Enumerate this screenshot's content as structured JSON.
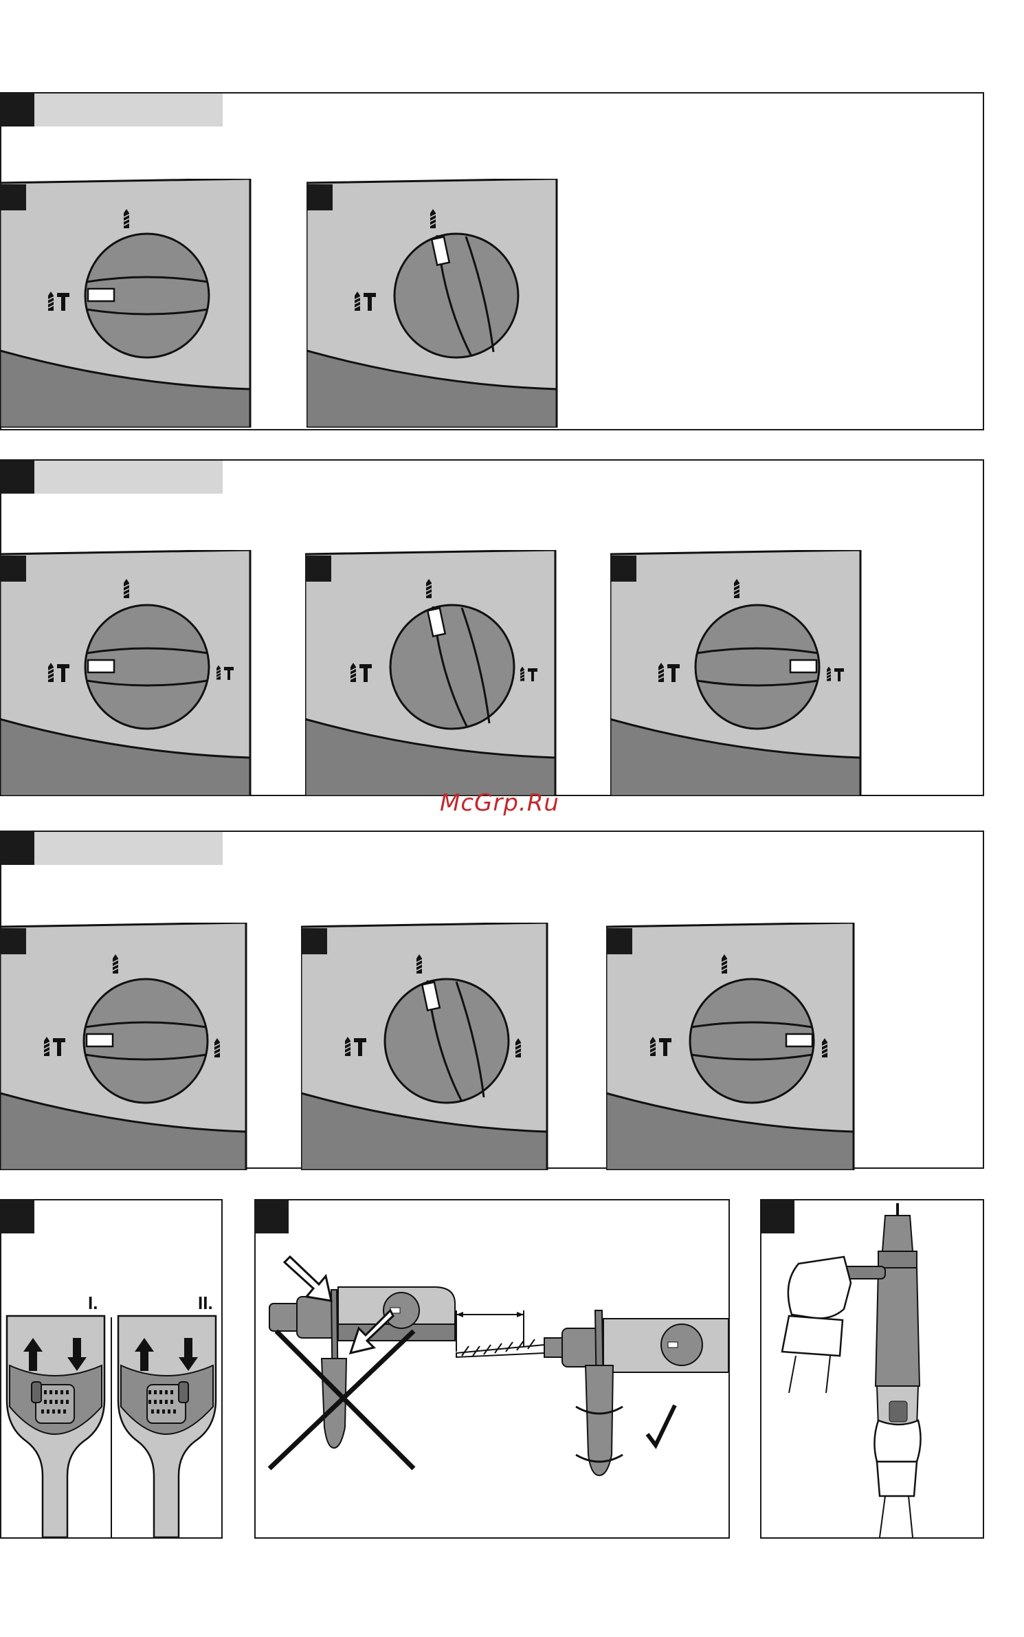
{
  "watermark": "McGrp.Ru",
  "colors": {
    "panel": "#c6c6c6",
    "dial": "#8c8c8c",
    "band": "#7f7f7f",
    "border": "#1a1a1a",
    "tab": "#d6d6d6",
    "watermark": "#c0282d"
  },
  "figure1": {
    "dials": [
      {
        "pointer": "left"
      },
      {
        "pointer": "top"
      }
    ]
  },
  "figure2": {
    "dials": [
      {
        "pointer": "left"
      },
      {
        "pointer": "top"
      },
      {
        "pointer": "right"
      }
    ]
  },
  "figure3": {
    "dials": [
      {
        "pointer": "left"
      },
      {
        "pointer": "top"
      },
      {
        "pointer": "right"
      }
    ]
  },
  "bottom": {
    "switch_labels": [
      "I.",
      "II."
    ]
  },
  "icons": [
    "hammer-drill-icon",
    "drill-bit-icon",
    "chisel-icon",
    "arrow-up-icon",
    "arrow-down-icon",
    "cross-mark-icon",
    "check-mark-icon",
    "rotate-icon"
  ]
}
